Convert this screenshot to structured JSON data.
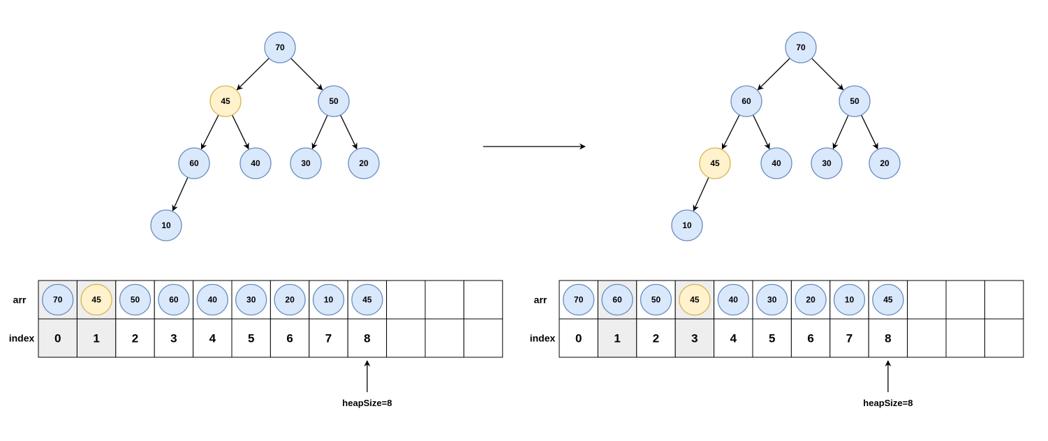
{
  "colors": {
    "node_fill": "#dae8fc",
    "node_stroke": "#6c8ebf",
    "highlight_fill": "#fff2cc",
    "highlight_stroke": "#d6b656",
    "gray_cell": "#eeeeee",
    "line": "#000000"
  },
  "labels": {
    "arr": "arr",
    "index": "index"
  },
  "panels": [
    {
      "name": "before",
      "tree": {
        "nodes": [
          {
            "id": "a",
            "value": "70"
          },
          {
            "id": "b",
            "value": "45",
            "highlight": true
          },
          {
            "id": "c",
            "value": "50"
          },
          {
            "id": "d",
            "value": "60"
          },
          {
            "id": "e",
            "value": "40"
          },
          {
            "id": "f",
            "value": "30"
          },
          {
            "id": "g",
            "value": "20"
          },
          {
            "id": "h",
            "value": "10"
          }
        ],
        "edges": [
          [
            "a",
            "b"
          ],
          [
            "a",
            "c"
          ],
          [
            "b",
            "d"
          ],
          [
            "b",
            "e"
          ],
          [
            "c",
            "f"
          ],
          [
            "c",
            "g"
          ],
          [
            "d",
            "h"
          ]
        ]
      },
      "array": {
        "values": [
          "70",
          "45",
          "50",
          "60",
          "40",
          "30",
          "20",
          "10",
          "45",
          "",
          "",
          ""
        ],
        "highlight_values": [
          1
        ],
        "indices": [
          "0",
          "1",
          "2",
          "3",
          "4",
          "5",
          "6",
          "7",
          "8",
          "",
          "",
          ""
        ],
        "gray_cells": [
          0,
          1
        ],
        "heap_label": "heapSize=8",
        "heap_index": 8
      }
    },
    {
      "name": "after",
      "tree": {
        "nodes": [
          {
            "id": "a",
            "value": "70"
          },
          {
            "id": "b",
            "value": "60"
          },
          {
            "id": "c",
            "value": "50"
          },
          {
            "id": "d",
            "value": "45",
            "highlight": true
          },
          {
            "id": "e",
            "value": "40"
          },
          {
            "id": "f",
            "value": "30"
          },
          {
            "id": "g",
            "value": "20"
          },
          {
            "id": "h",
            "value": "10"
          }
        ],
        "edges": [
          [
            "a",
            "b"
          ],
          [
            "a",
            "c"
          ],
          [
            "b",
            "d"
          ],
          [
            "b",
            "e"
          ],
          [
            "c",
            "f"
          ],
          [
            "c",
            "g"
          ],
          [
            "d",
            "h"
          ]
        ]
      },
      "array": {
        "values": [
          "70",
          "60",
          "50",
          "45",
          "40",
          "30",
          "20",
          "10",
          "45",
          "",
          "",
          ""
        ],
        "highlight_values": [
          3
        ],
        "indices": [
          "0",
          "1",
          "2",
          "3",
          "4",
          "5",
          "6",
          "7",
          "8",
          "",
          "",
          ""
        ],
        "gray_cells": [
          1,
          3
        ],
        "heap_label": "heapSize=8",
        "heap_index": 8
      }
    }
  ]
}
